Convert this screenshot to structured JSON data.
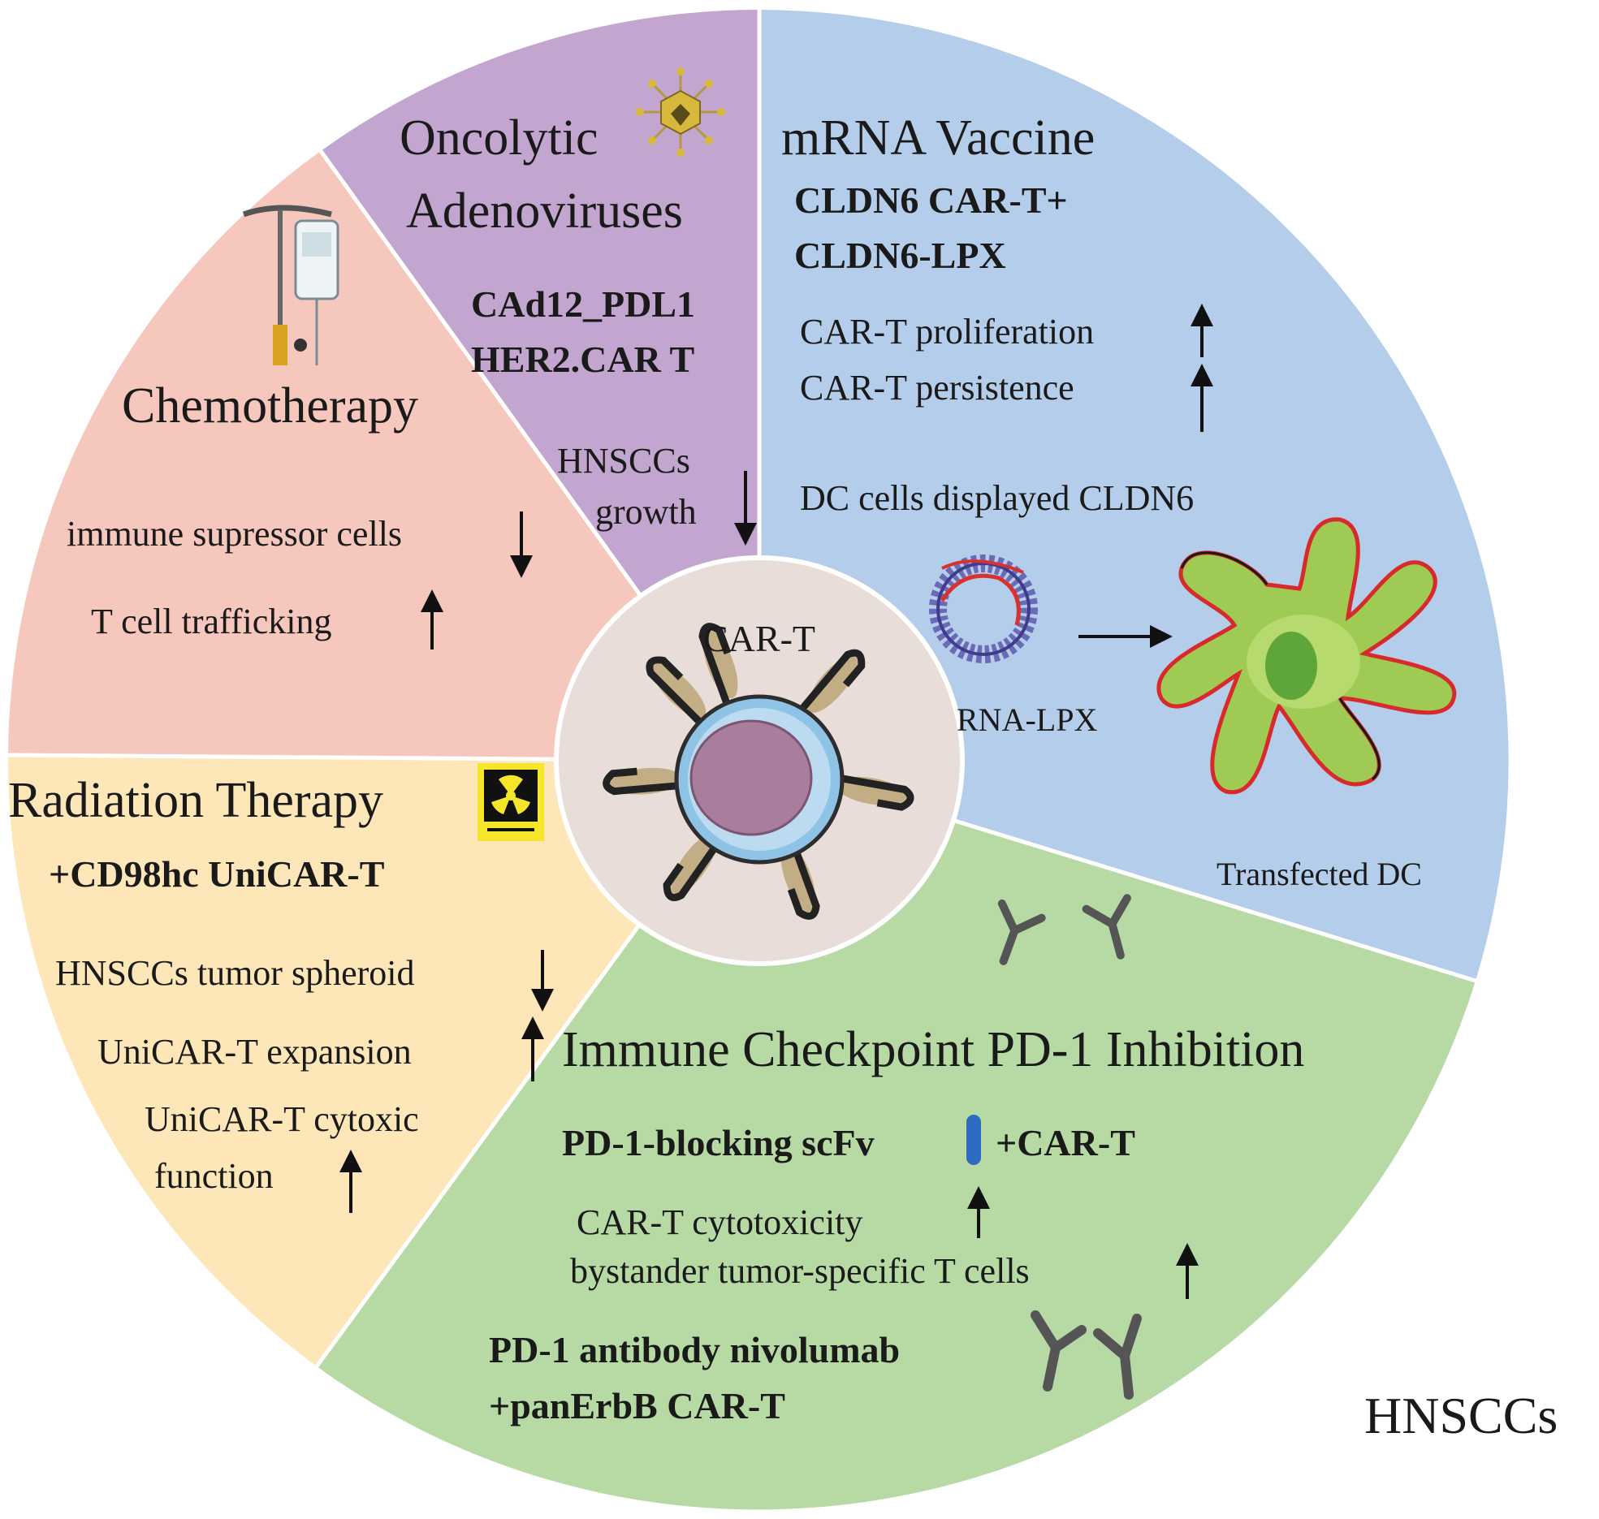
{
  "center": {
    "label": "CAR-T"
  },
  "mrna": {
    "title": "mRNA Vaccine",
    "bold": [
      "CLDN6 CAR-T+",
      "CLDN6-LPX"
    ],
    "effects": [
      "CAR-T proliferation",
      "CAR-T persistence"
    ],
    "note": "DC cells displayed CLDN6",
    "lpx_label": "RNA-LPX",
    "dc_label": "Transfected DC"
  },
  "oncolytic": {
    "title": [
      "Oncolytic",
      "Adenoviruses"
    ],
    "bold": [
      "CAd12_PDL1",
      "HER2.CAR T"
    ],
    "effects": [
      "HNSCCs",
      "growth"
    ]
  },
  "chemo": {
    "title": "Chemotherapy",
    "effects": [
      "immune supressor cells",
      "T cell trafficking"
    ]
  },
  "radiation": {
    "title": "Radiation Therapy",
    "bold": "+CD98hc UniCAR-T",
    "effects": [
      "HNSCCs tumor spheroid",
      "UniCAR-T expansion",
      "UniCAR-T cytoxic",
      "function"
    ]
  },
  "checkpoint": {
    "title": "Immune Checkpoint PD-1 Inhibition",
    "scfv_bold": "PD-1-blocking scFv",
    "scfv_plus": "+CAR-T",
    "effects": [
      "CAR-T cytotoxicity",
      "bystander tumor-specific T cells"
    ],
    "nivo_bold": [
      "PD-1 antibody nivolumab",
      "+panErbB CAR-T"
    ]
  },
  "corner_label": "HNSCCs",
  "colors": {
    "mrna": "#b3cdea",
    "oncolytic": "#c3a6d0",
    "chemo": "#f6c7bc",
    "radiation": "#fde7b8",
    "checkpoint": "#b7d9a4",
    "center": "#e9ddd9"
  }
}
